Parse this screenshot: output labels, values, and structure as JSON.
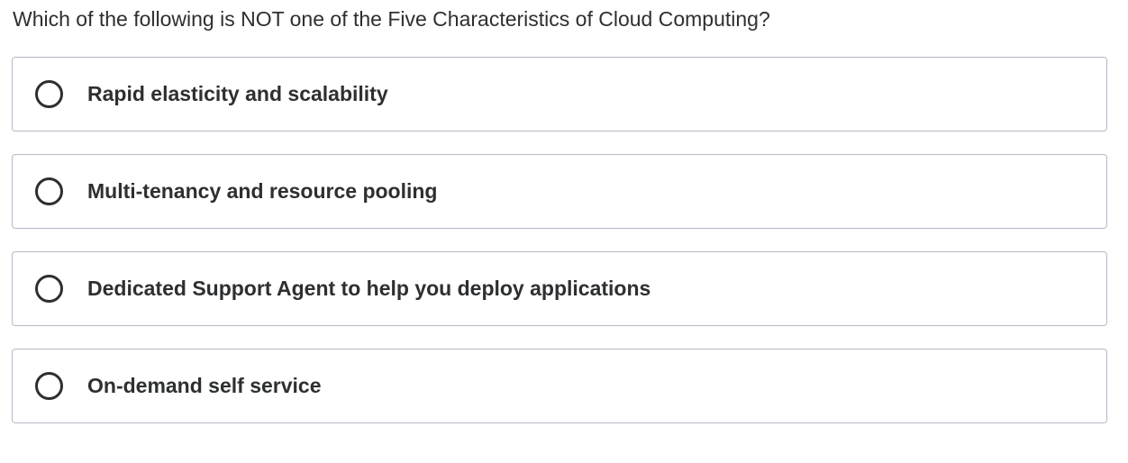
{
  "question": {
    "text": "Which of the following is NOT one of the Five Characteristics of Cloud Computing?"
  },
  "options": [
    {
      "label": "Rapid elasticity and scalability",
      "selected": false
    },
    {
      "label": "Multi-tenancy and resource pooling",
      "selected": false
    },
    {
      "label": "Dedicated Support Agent to help you deploy applications",
      "selected": false
    },
    {
      "label": "On-demand self service",
      "selected": false
    }
  ],
  "colors": {
    "text": "#2d2f31",
    "border": "#b7b9c6"
  },
  "icons": {
    "radio": "radio-unchecked-icon"
  }
}
